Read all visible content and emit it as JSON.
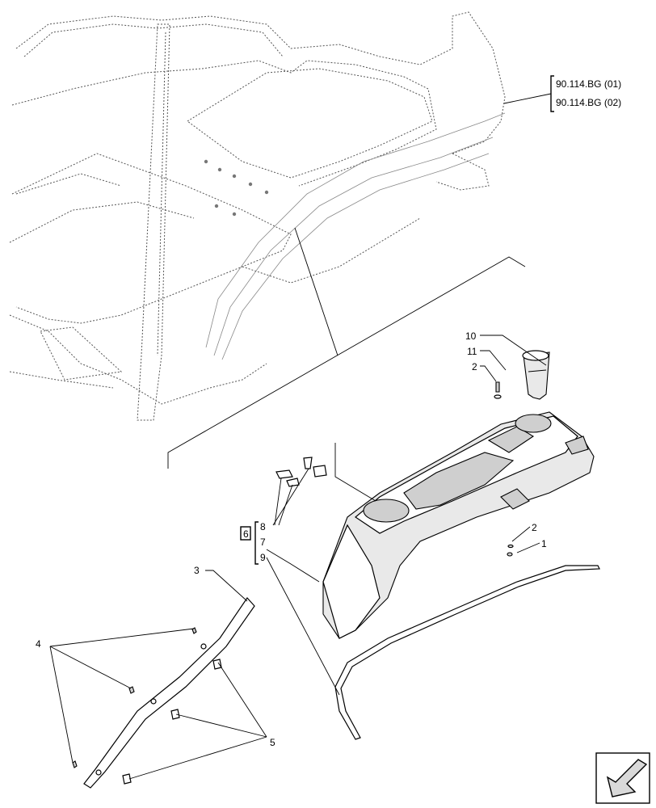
{
  "references": [
    {
      "text": "90.114.BG (01)"
    },
    {
      "text": "90.114.BG (02)"
    }
  ],
  "callouts": {
    "c1": "1",
    "c2a": "2",
    "c2b": "2",
    "c3": "3",
    "c4": "4",
    "c5": "5",
    "c6": "6",
    "c7": "7",
    "c8": "8",
    "c9": "9",
    "c10": "10",
    "c11": "11"
  },
  "icons": {
    "nav": "arrow-back-icon"
  }
}
